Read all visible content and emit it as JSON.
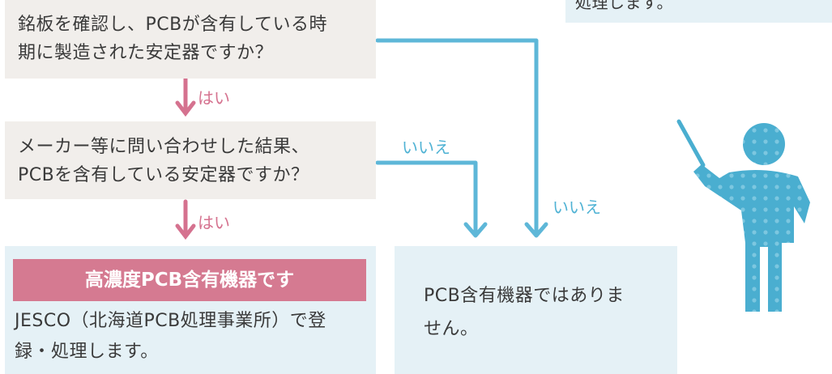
{
  "note": {
    "text": "処理します。"
  },
  "question1": {
    "line1": "銘板を確認し、PCBが含有している時",
    "line2": "期に製造された安定器ですか？"
  },
  "question2": {
    "line1": "メーカー等に問い合わせした結果、",
    "line2": "PCBを含有している安定器ですか？"
  },
  "yes_label": "はい",
  "no_label": "いいえ",
  "result_high": {
    "title": "高濃度PCB含有機器です",
    "line1": "JESCO（北海道PCB処理事業所）で登",
    "line2": "録・処理します。"
  },
  "result_none": {
    "line1": "PCB含有機器ではありま",
    "line2": "せん。"
  },
  "colors": {
    "yes": "#d5728f",
    "no": "#4fb2d4",
    "banner": "#d57a91",
    "figure": "#4aaed0"
  }
}
